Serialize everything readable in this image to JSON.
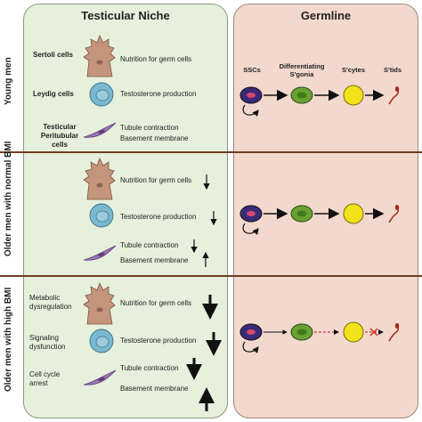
{
  "headers": {
    "niche": "Testicular Niche",
    "germline": "Germline"
  },
  "rows": [
    {
      "label": "Young men"
    },
    {
      "label": "Older men with normal BMI"
    },
    {
      "label": "Older men with high BMI"
    }
  ],
  "cell_types": {
    "sertoli": "Sertoli cells",
    "leydig": "Leydig cells",
    "peritubular": "Testicular Peritubular cells"
  },
  "functions": {
    "nutrition": "Nutrition for germ cells",
    "testosterone": "Testosterone production",
    "tubule": "Tubule contraction",
    "basement": "Basement membrane"
  },
  "conditions": {
    "metabolic": "Metabolic dysregulation",
    "signaling": "Signaling dysfunction",
    "cellcycle": "Cell cycle arrest"
  },
  "germline_labels": {
    "sscs": "SSCs",
    "differentiating": "Differentiating S'gonia",
    "scytes": "S'cytes",
    "stids": "S'tids"
  },
  "colors": {
    "niche_bg": "#e6f0dc",
    "germ_bg": "#f3d8cd",
    "divider": "#6b3f22",
    "ssc": "#3b2a7a",
    "gonia": "#6aa232",
    "scyte": "#f2e21a",
    "stid": "#a3271e",
    "sertoli": "#c4957a",
    "leydig": "#7ab8cf",
    "peritubular": "#9b78b5",
    "block": "#d0362a"
  }
}
